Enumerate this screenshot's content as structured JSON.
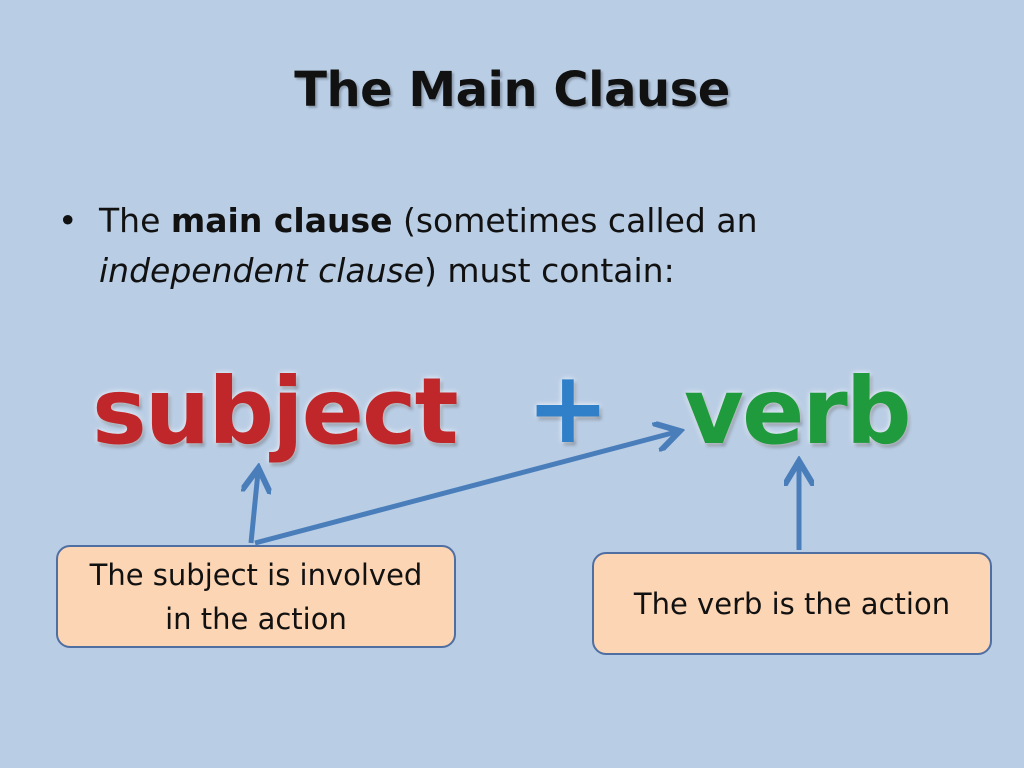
{
  "slide": {
    "title": "The Main Clause",
    "bullet": {
      "marker": "•",
      "prefix": "The ",
      "bold": "main clause",
      "middle": " (sometimes called an",
      "italic": "independent clause",
      "suffix": ") must contain:"
    },
    "formula": {
      "subject": "subject",
      "plus": "+",
      "verb": "verb"
    },
    "callouts": {
      "subject_line1": "The subject is involved",
      "subject_line2": "in the action",
      "verb": "The verb is the action"
    },
    "colors": {
      "background": "#b9cde5",
      "subject": "#c0272b",
      "verb": "#1f9a3d",
      "plus": "#2f7fc9",
      "callout_fill": "#fcd5b4",
      "arrow": "#4a7ebb"
    }
  }
}
